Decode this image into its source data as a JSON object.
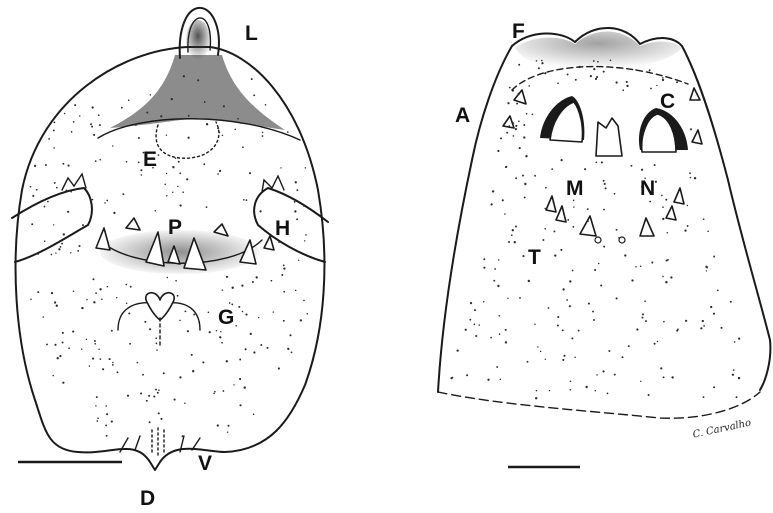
{
  "labels": {
    "L": "L",
    "E": "E",
    "P": "P",
    "H": "H",
    "G": "G",
    "V": "V",
    "D": "D",
    "F": "F",
    "A": "A",
    "C": "C",
    "M": "M",
    "N": "N",
    "T": "T"
  },
  "signature": "C. Carvalho",
  "colors": {
    "ink": "#1a1a1a",
    "paper": "#ffffff"
  }
}
